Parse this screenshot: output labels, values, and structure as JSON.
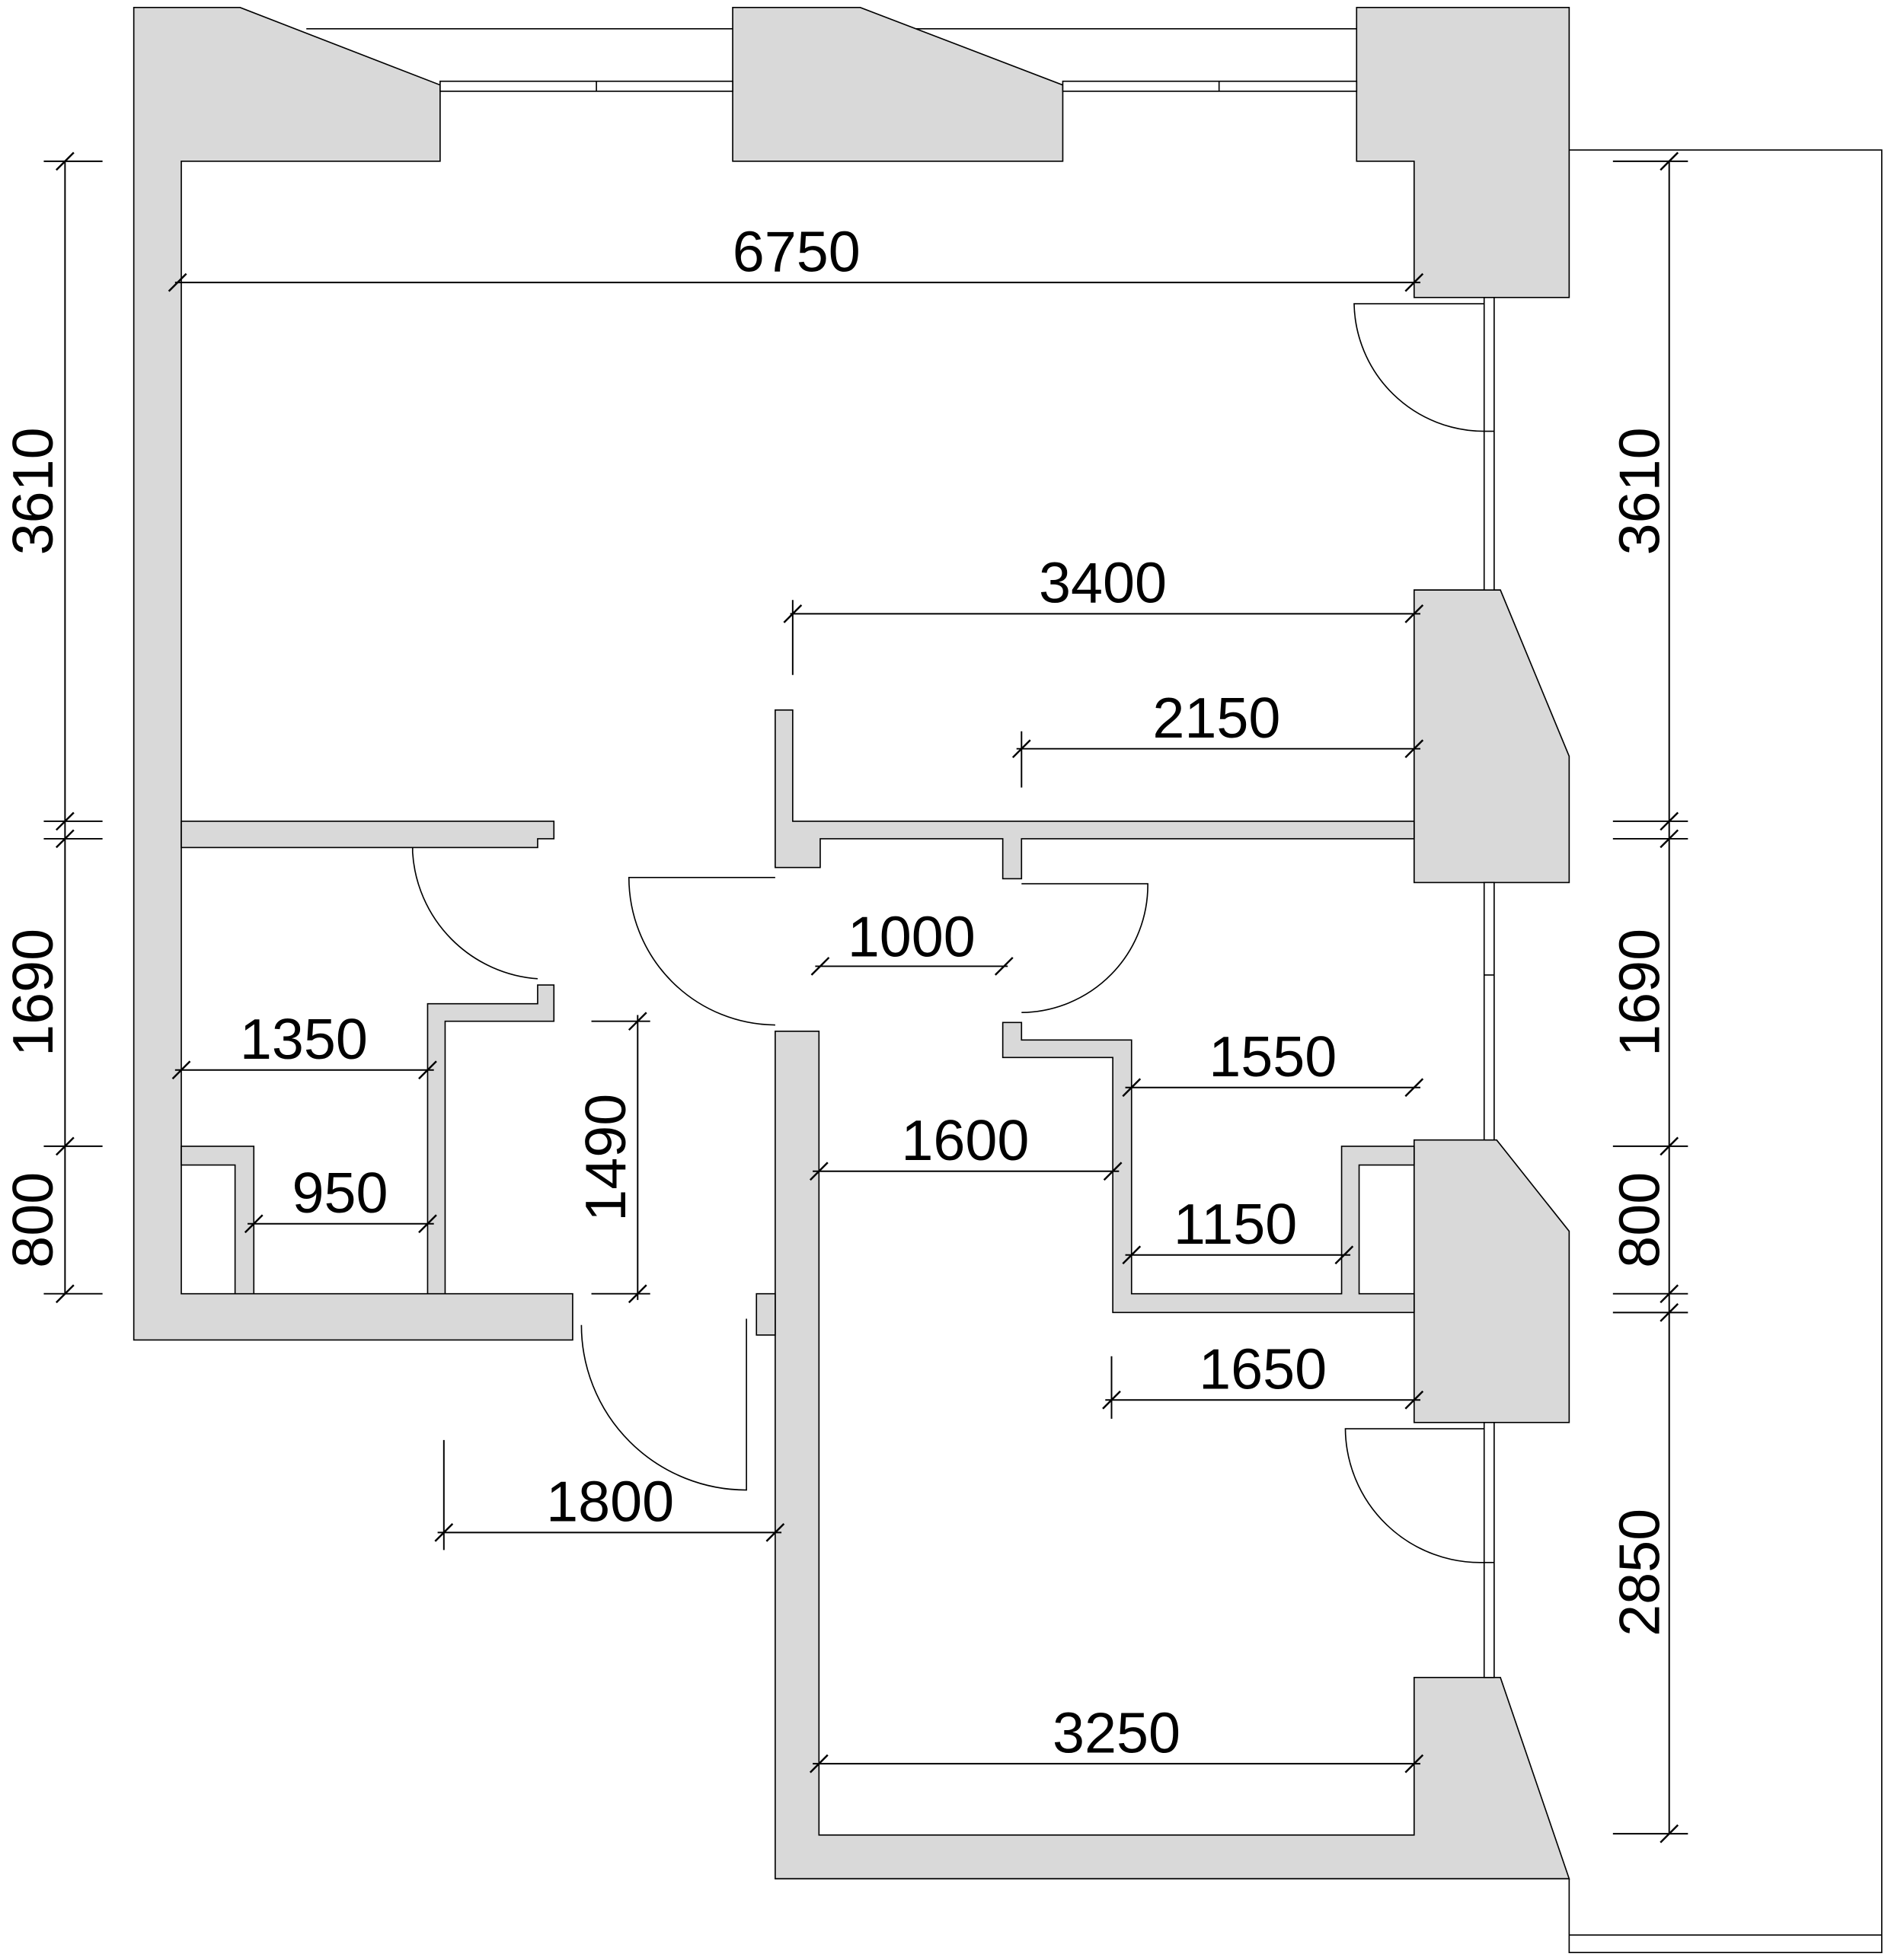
{
  "title": "Apartment floor plan",
  "dimensions": {
    "top_width": "6750",
    "living_3400": "3400",
    "living_2150": "2150",
    "door_1000": "1000",
    "left_1690": "1690",
    "left_3610": "3610",
    "left_800": "800",
    "right_3610": "3610",
    "right_1690": "1690",
    "right_800": "800",
    "right_2850": "2850",
    "bath_1350": "1350",
    "bath_950": "950",
    "hall_1490": "1490",
    "closet_1550": "1550",
    "corridor_1600": "1600",
    "closet_1150": "1150",
    "room_1650": "1650",
    "entry_1800": "1800",
    "bedroom_3250": "3250"
  },
  "colors": {
    "wall": "#d9d9d9",
    "line": "#000000"
  }
}
